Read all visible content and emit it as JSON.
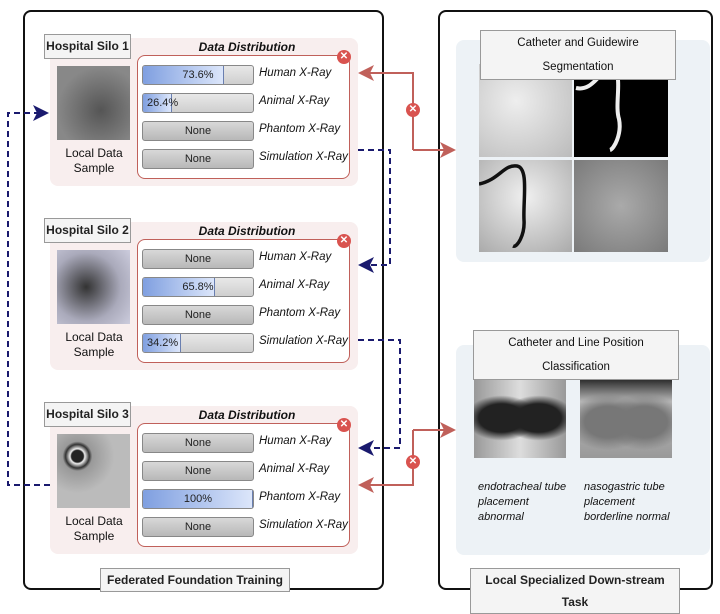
{
  "left_panel": {
    "footer": "Federated Foundation Training"
  },
  "right_panel": {
    "footer": "Local Specialized Down-stream Task"
  },
  "silos": [
    {
      "title": "Hospital Silo 1",
      "sample_caption": "Local Data Sample",
      "dist_title": "Data Distribution",
      "rows": [
        {
          "label": "Human X-Ray",
          "value": "73.6%",
          "fraction": 0.736
        },
        {
          "label": "Animal X-Ray",
          "value": "26.4%",
          "fraction": 0.264
        },
        {
          "label": "Phantom X-Ray",
          "value": "None",
          "fraction": 0
        },
        {
          "label": "Simulation X-Ray",
          "value": "None",
          "fraction": 0
        }
      ]
    },
    {
      "title": "Hospital Silo 2",
      "sample_caption": "Local Data Sample",
      "dist_title": "Data Distribution",
      "rows": [
        {
          "label": "Human X-Ray",
          "value": "None",
          "fraction": 0
        },
        {
          "label": "Animal X-Ray",
          "value": "65.8%",
          "fraction": 0.658
        },
        {
          "label": "Phantom X-Ray",
          "value": "None",
          "fraction": 0
        },
        {
          "label": "Simulation X-Ray",
          "value": "34.2%",
          "fraction": 0.342
        }
      ]
    },
    {
      "title": "Hospital Silo 3",
      "sample_caption": "Local Data Sample",
      "dist_title": "Data Distribution",
      "rows": [
        {
          "label": "Human X-Ray",
          "value": "None",
          "fraction": 0
        },
        {
          "label": "Animal X-Ray",
          "value": "None",
          "fraction": 0
        },
        {
          "label": "Phantom X-Ray",
          "value": "100%",
          "fraction": 1.0
        },
        {
          "label": "Simulation X-Ray",
          "value": "None",
          "fraction": 0
        }
      ]
    }
  ],
  "tasks": {
    "segmentation": {
      "title": "Catheter and Guidewire Segmentation"
    },
    "classification": {
      "title": "Catheter and Line Position Classification",
      "captions": [
        "endotracheal tube placement abnormal",
        "nasogastric tube placement borderline normal"
      ]
    }
  },
  "colors": {
    "red_arrow": "#c0605a",
    "navy_dashed": "#1a1a6e",
    "fill": "#7f9fe0",
    "close_icon": "#d9534f"
  }
}
